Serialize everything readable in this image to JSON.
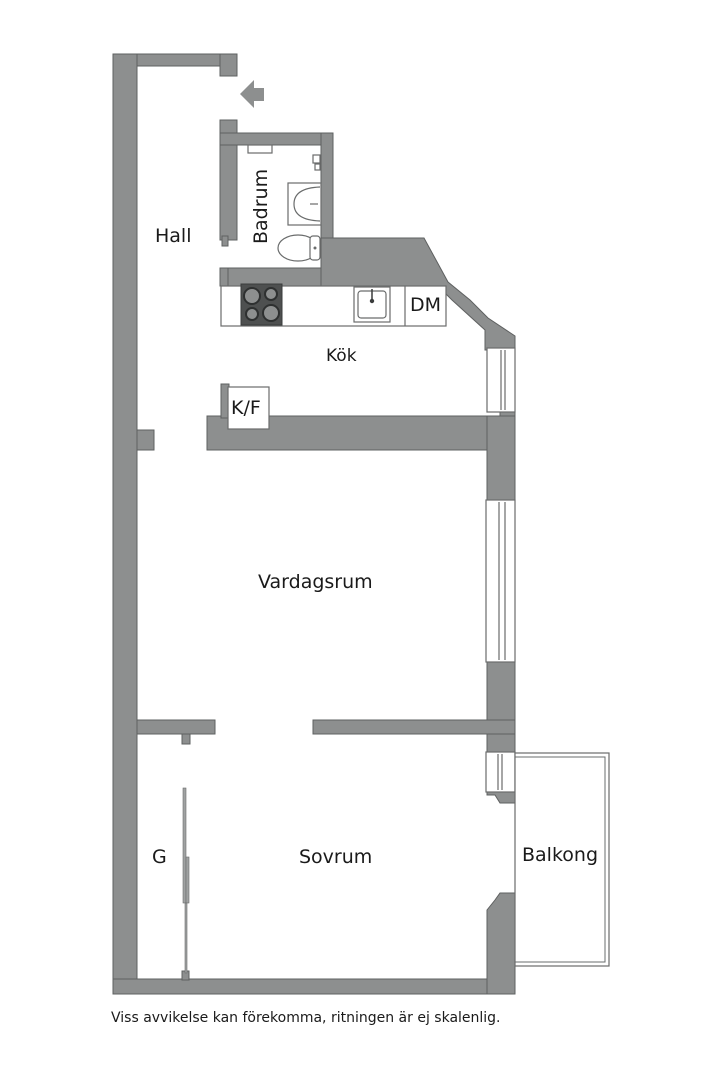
{
  "plan": {
    "rooms": {
      "hall": "Hall",
      "badrum": "Badrum",
      "kok": "Kök",
      "dm": "DM",
      "kf": "K/F",
      "vardagsrum": "Vardagsrum",
      "sovrum": "Sovrum",
      "g": "G",
      "balkong": "Balkong"
    },
    "icons": {
      "entrance": "entrance-arrow-icon",
      "stove": "stove-icon",
      "sink": "kitchen-sink-icon",
      "washbasin": "washbasin-icon",
      "toilet": "toilet-icon"
    },
    "colors": {
      "wall": "#8d8f8f",
      "wall_stroke": "#5e6060",
      "background": "#ffffff",
      "text": "#1a1a1a"
    }
  },
  "caption": "Viss avvikelse kan förekomma, ritningen är ej skalenlig."
}
